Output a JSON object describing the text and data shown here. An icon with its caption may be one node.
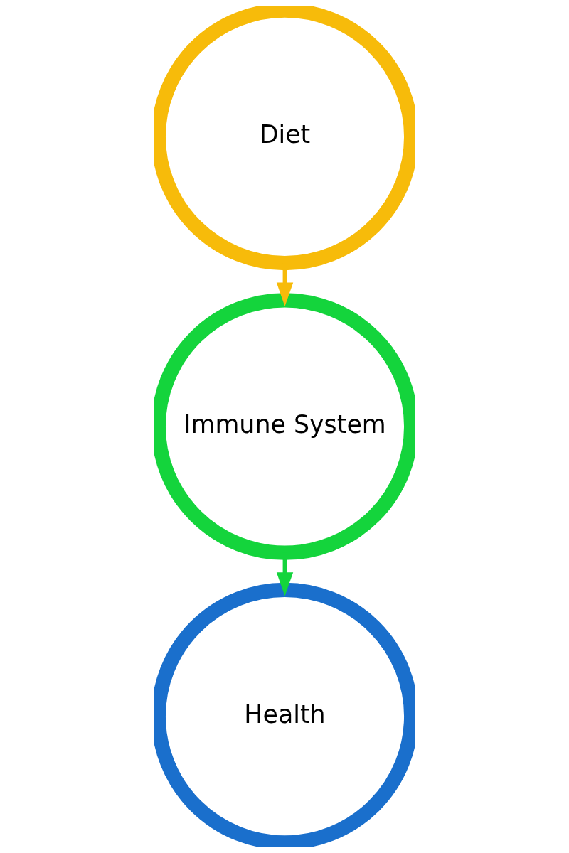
{
  "diagram": {
    "nodes": [
      {
        "text": [
          "Diet"
        ]
      },
      {
        "text": [
          "Immune System"
        ]
      },
      {
        "text": [
          "Health"
        ]
      }
    ],
    "edges": [
      {
        "from": 0,
        "to": 1,
        "arrow": "to",
        "color": "#f7bb0a"
      },
      {
        "from": 1,
        "to": 2,
        "arrow": "to",
        "color": "#14d43c"
      }
    ]
  }
}
